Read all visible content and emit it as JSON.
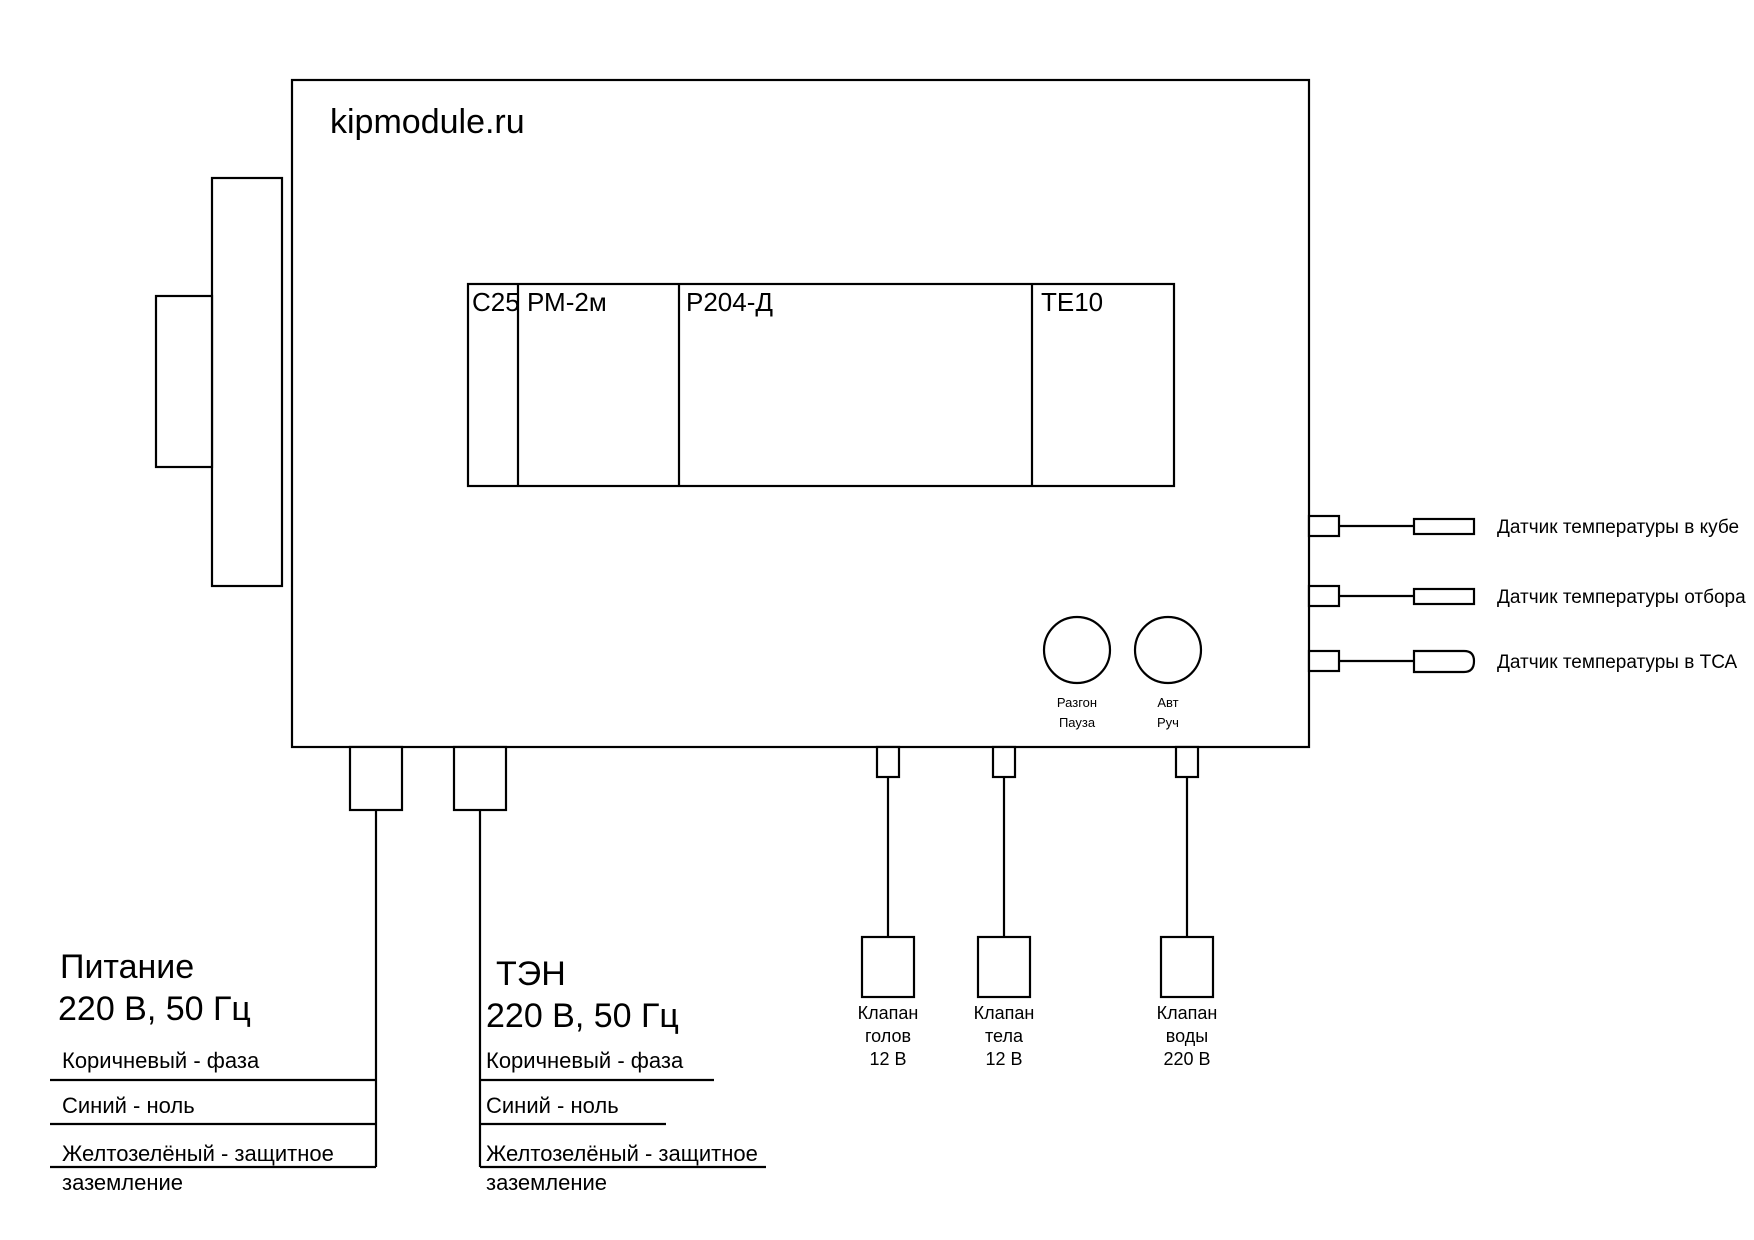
{
  "brand": "kipmodule.ru",
  "modules": [
    "С25",
    "РМ-2м",
    "Р204-Д",
    "ТЕ10"
  ],
  "sensors": [
    "Датчик температуры в кубе",
    "Датчик температуры отбора",
    "Датчик температуры в ТСА"
  ],
  "buttons": [
    {
      "line1": "Разгон",
      "line2": "Пауза"
    },
    {
      "line1": "Авт",
      "line2": "Руч"
    }
  ],
  "valves": [
    {
      "line1": "Клапан",
      "line2": "голов",
      "line3": "12 В"
    },
    {
      "line1": "Клапан",
      "line2": "тела",
      "line3": "12 В"
    },
    {
      "line1": "Клапан",
      "line2": "воды",
      "line3": "220 В"
    }
  ],
  "power": {
    "title": "Питание",
    "spec": "220 В, 50 Гц",
    "wires": [
      "Коричневый - фаза",
      "Синий - ноль",
      "Желтозелёный - защитное",
      "заземление"
    ]
  },
  "heater": {
    "title": "ТЭН",
    "spec": "220 В, 50 Гц",
    "wires": [
      "Коричневый - фаза",
      "Синий - ноль",
      "Желтозелёный - защитное",
      "заземление"
    ]
  }
}
